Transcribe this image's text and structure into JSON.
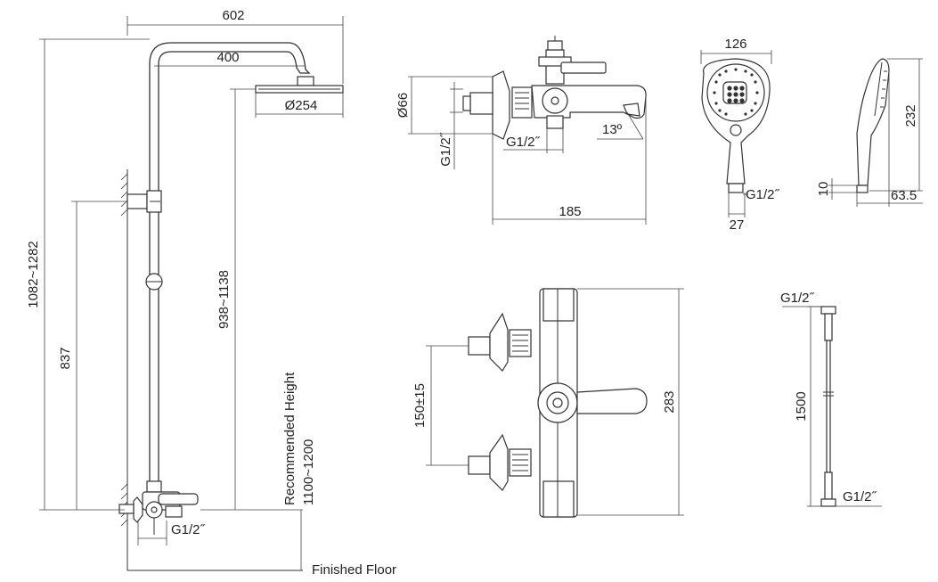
{
  "dimensions": {
    "overall_width": "602",
    "arm_length": "400",
    "head_diameter": "Ø254",
    "total_height": "1082~1282",
    "bracket_height": "837",
    "head_height": "938~1138",
    "recommended_label": "Recommended Height",
    "recommended_value": "1100~1200",
    "inlet_thread_bottom": "G1/2˝",
    "finished_floor": "Finished Floor",
    "mixer_diameter": "Ø66",
    "mixer_thread_side": "G1/2˝",
    "mixer_thread_bottom": "G1/2˝",
    "spout_angle": "13º",
    "mixer_length": "185",
    "handshower_diameter": "126",
    "handshower_thread": "G1/2˝",
    "handshower_neck": "27",
    "handshower_length": "232",
    "handshower_depth": "63.5",
    "handshower_end": "10",
    "inlet_centres": "150±15",
    "mixer_height": "283",
    "hose_thread_top": "G1/2˝",
    "hose_length": "1500",
    "hose_thread_bottom": "G1/2˝"
  }
}
